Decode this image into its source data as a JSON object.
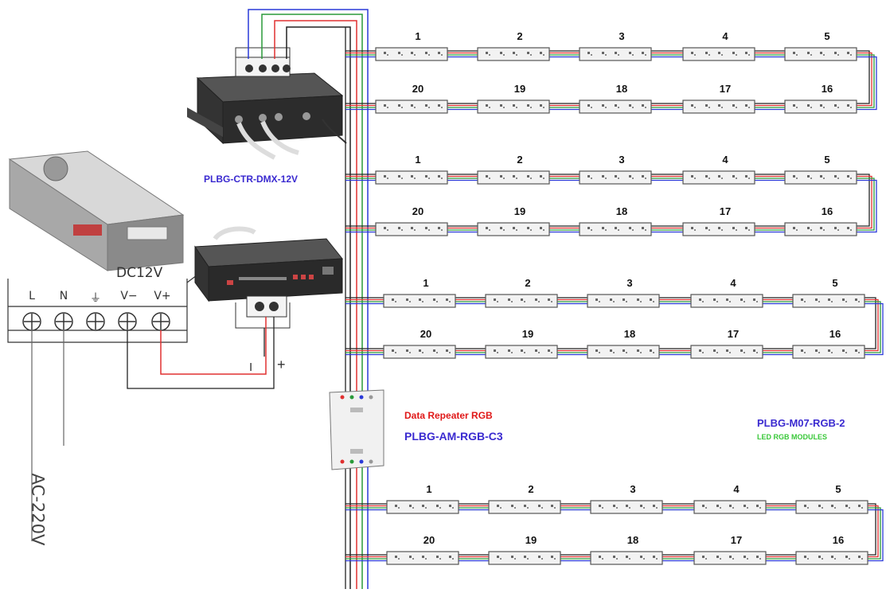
{
  "labels": {
    "controller_dmx": "PLBG-CTR-DMX-12V",
    "repeater_title": "Data Repeater RGB",
    "repeater_model": "PLBG-AM-RGB-C3",
    "module_model": "PLBG-M07-RGB-2",
    "module_desc": "LED RGB MODULES",
    "psu_output": "DC12V",
    "ac_input": "AC-220V",
    "minus_sign": "I",
    "plus_sign": "+"
  },
  "psu_terminals": [
    "L",
    "N",
    "⏚",
    "V−",
    "V+"
  ],
  "module_numbers": {
    "top_row": [
      "1",
      "2",
      "3",
      "4",
      "5"
    ],
    "bottom_row": [
      "20",
      "19",
      "18",
      "17",
      "16"
    ]
  },
  "colors": {
    "wire_red": "#e03030",
    "wire_green": "#2a9a3a",
    "wire_blue": "#2a3ad8",
    "wire_black": "#222222",
    "label_blue": "#3a2ad0",
    "label_red": "#e01818",
    "label_green": "#3ac83a"
  },
  "icons": [
    "power-supply-icon",
    "dmx-controller-icon",
    "sd-controller-icon",
    "terminal-block-icon",
    "data-repeater-icon",
    "led-module-icon"
  ]
}
